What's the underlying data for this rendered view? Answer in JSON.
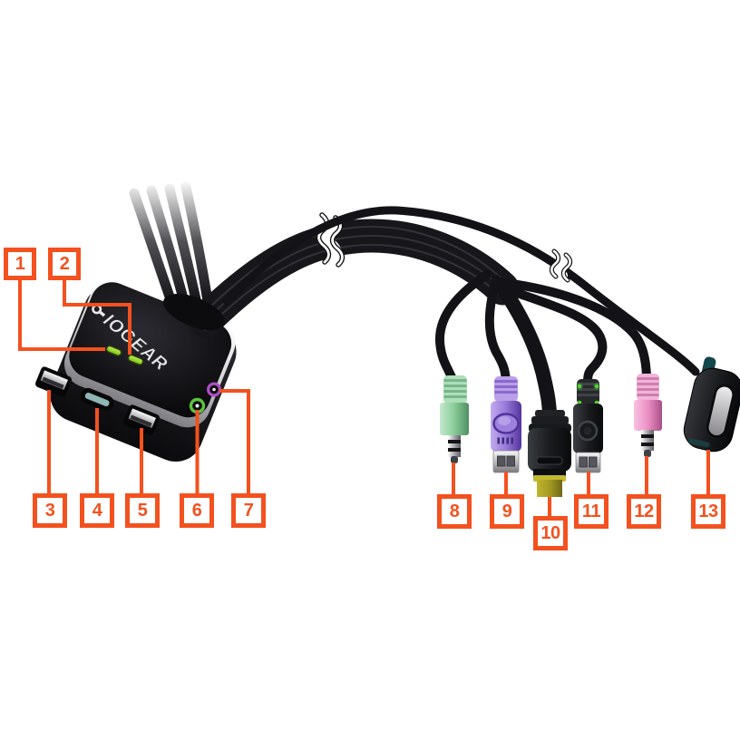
{
  "diagram": {
    "brand_logo": "IOGEAR",
    "subject": "2-port USB KVM switch with bonded cables and remote switch button"
  },
  "colors": {
    "accent_orange": "#F3511F",
    "led_green": "#86D321",
    "audio_plug_green": "#8FD09E",
    "keyboard_connector_purple": "#9678D8",
    "mic_plug_pink": "#EC8FC4",
    "video_plug_yellow": "#A39A22",
    "cable_black": "#141417",
    "silver_band": "#C9C9CD"
  },
  "callouts": [
    {
      "label": "1",
      "part": "port-1-led"
    },
    {
      "label": "2",
      "part": "port-2-led"
    },
    {
      "label": "3",
      "part": "usb-console-port-1"
    },
    {
      "label": "4",
      "part": "video-console-port"
    },
    {
      "label": "5",
      "part": "usb-console-port-2"
    },
    {
      "label": "6",
      "part": "audio-jack-green"
    },
    {
      "label": "7",
      "part": "mic-jack-purple"
    },
    {
      "label": "8",
      "part": "audio-plug-green"
    },
    {
      "label": "9",
      "part": "keyboard-usb-connector-purple"
    },
    {
      "label": "10",
      "part": "video-connector-yellow"
    },
    {
      "label": "11",
      "part": "mouse-usb-connector-black"
    },
    {
      "label": "12",
      "part": "mic-plug-pink"
    },
    {
      "label": "13",
      "part": "remote-switch-button"
    }
  ]
}
